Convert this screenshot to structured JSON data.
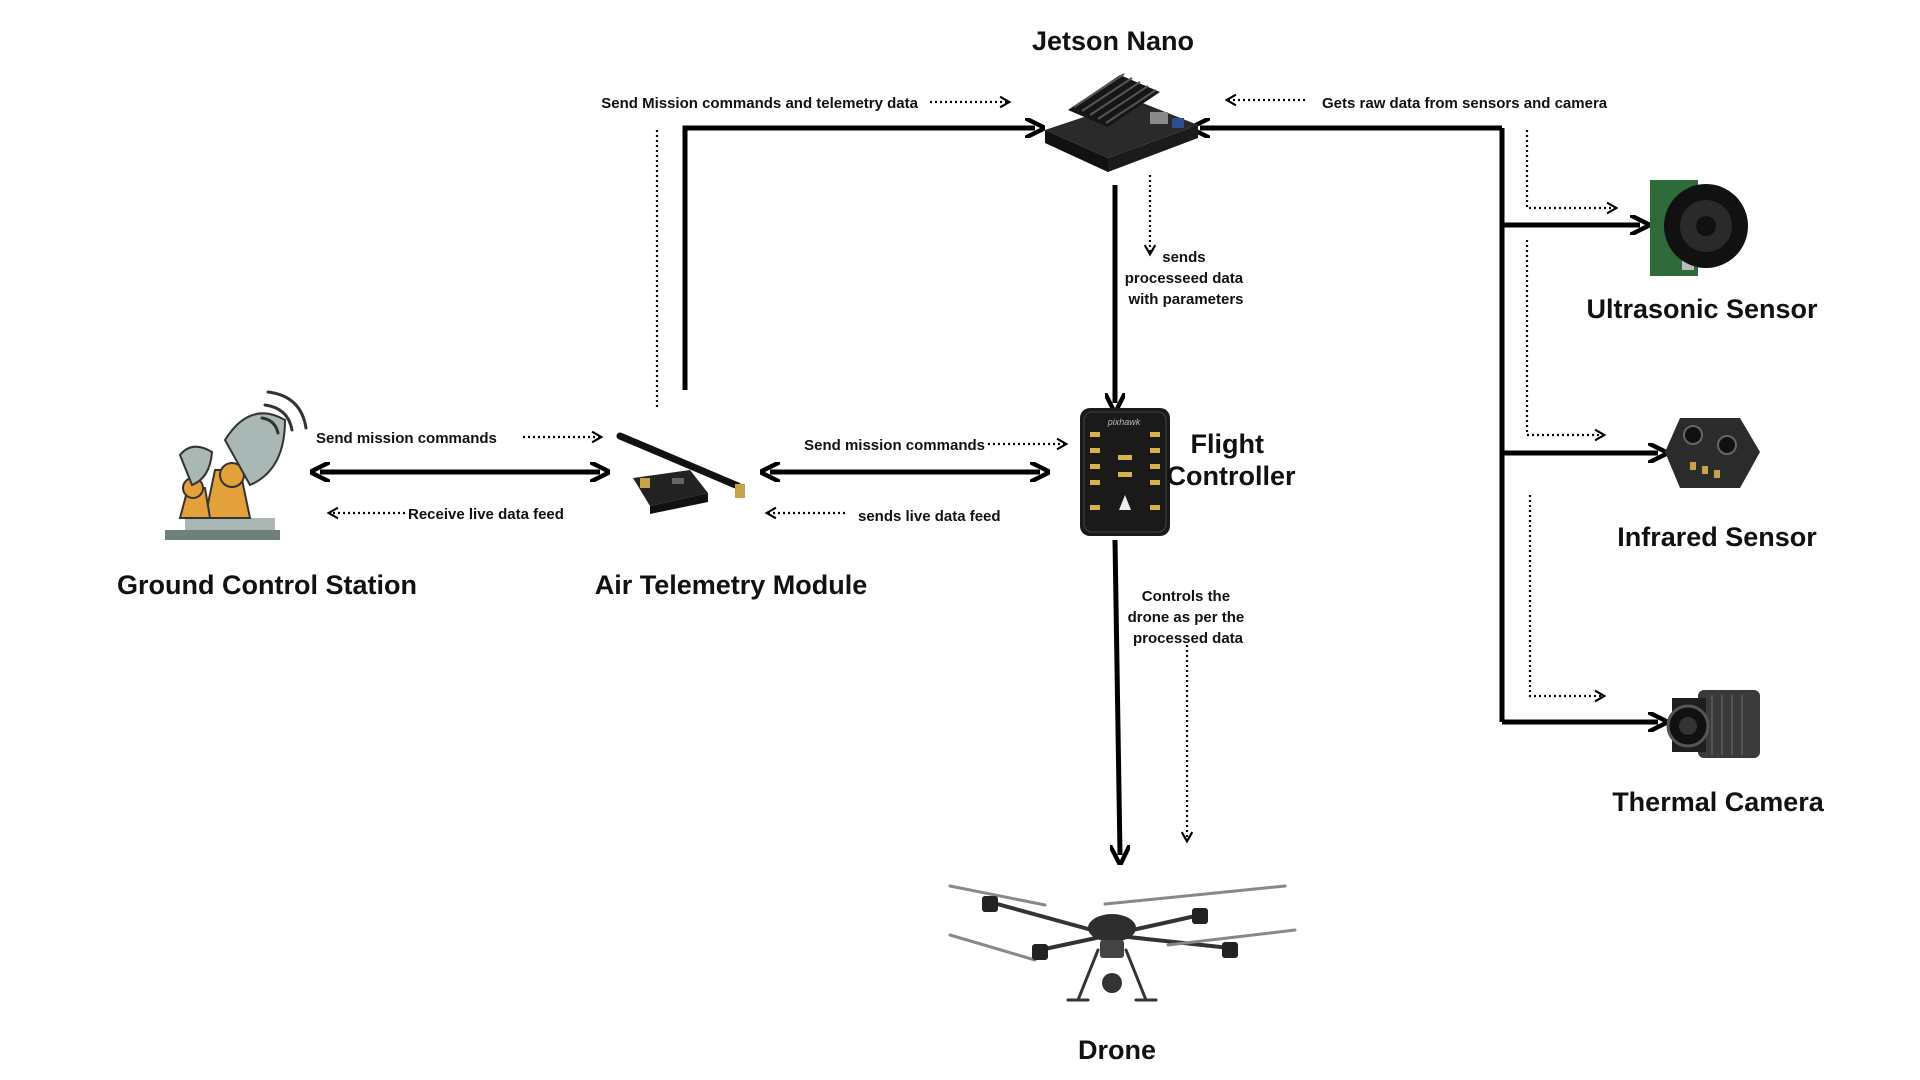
{
  "nodes": {
    "jetson": "Jetson Nano",
    "gcs": "Ground Control Station",
    "telemetry": "Air Telemetry Module",
    "flight_controller": [
      "Flight",
      "Controller"
    ],
    "ultrasonic": "Ultrasonic Sensor",
    "infrared": "Infrared Sensor",
    "thermal": "Thermal Camera",
    "drone": "Drone",
    "pixhawk_brand": "pixhawk"
  },
  "edges": {
    "telemetry_to_jetson": "Send Mission commands and telemetry data",
    "sensors_to_jetson": "Gets raw data from sensors and camera",
    "jetson_to_fc": [
      "sends",
      "processeed data",
      "with parameters"
    ],
    "gcs_to_telemetry": "Send mission commands",
    "telemetry_to_gcs": "Receive  live data feed",
    "telemetry_to_fc": "Send mission commands",
    "fc_to_telemetry": "sends  live data feed",
    "fc_to_drone": [
      "Controls the",
      "drone as per the",
      "processed data"
    ]
  }
}
